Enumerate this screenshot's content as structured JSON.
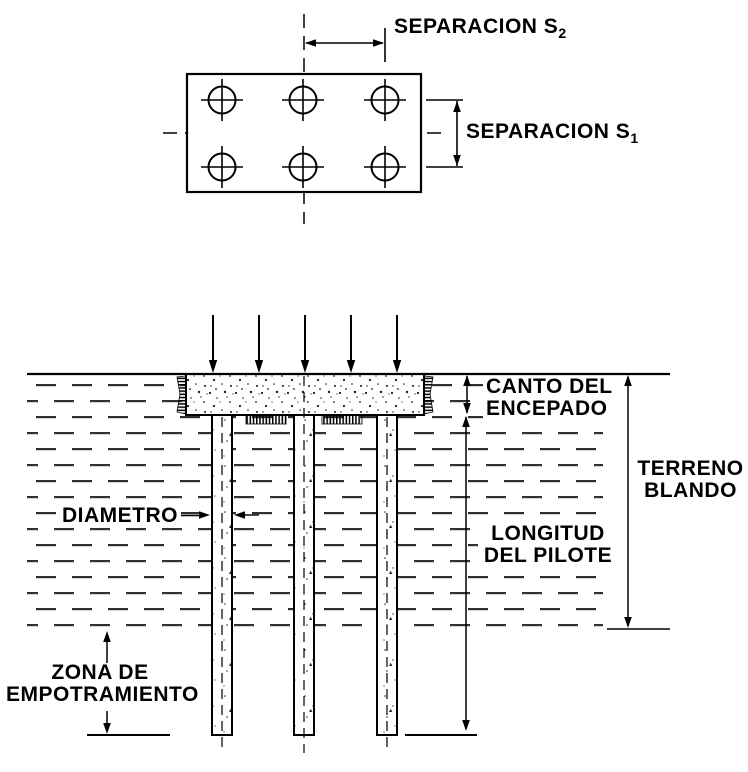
{
  "diagram": {
    "colors": {
      "line": "#000000",
      "background": "#ffffff",
      "soil_dash": "#2f2f2f"
    },
    "plan_view": {
      "pile_rows": 2,
      "pile_columns": 3,
      "labels": {
        "separacion_s2": {
          "text": "SEPARACION S",
          "sub": "2"
        },
        "separacion_s1": {
          "text": "SEPARACION S",
          "sub": "1"
        }
      }
    },
    "elevation_view": {
      "pile_count": 3,
      "load_arrow_count": 5,
      "labels": {
        "canto": {
          "line1": "CANTO DEL",
          "line2": "ENCEPADO"
        },
        "terreno": {
          "line1": "TERRENO",
          "line2": "BLANDO"
        },
        "longitud": {
          "line1": "LONGITUD",
          "line2": "DEL PILOTE"
        },
        "zona": {
          "line1": "ZONA DE",
          "line2": "EMPOTRAMIENTO"
        },
        "diametro": "DIAMETRO"
      }
    }
  }
}
